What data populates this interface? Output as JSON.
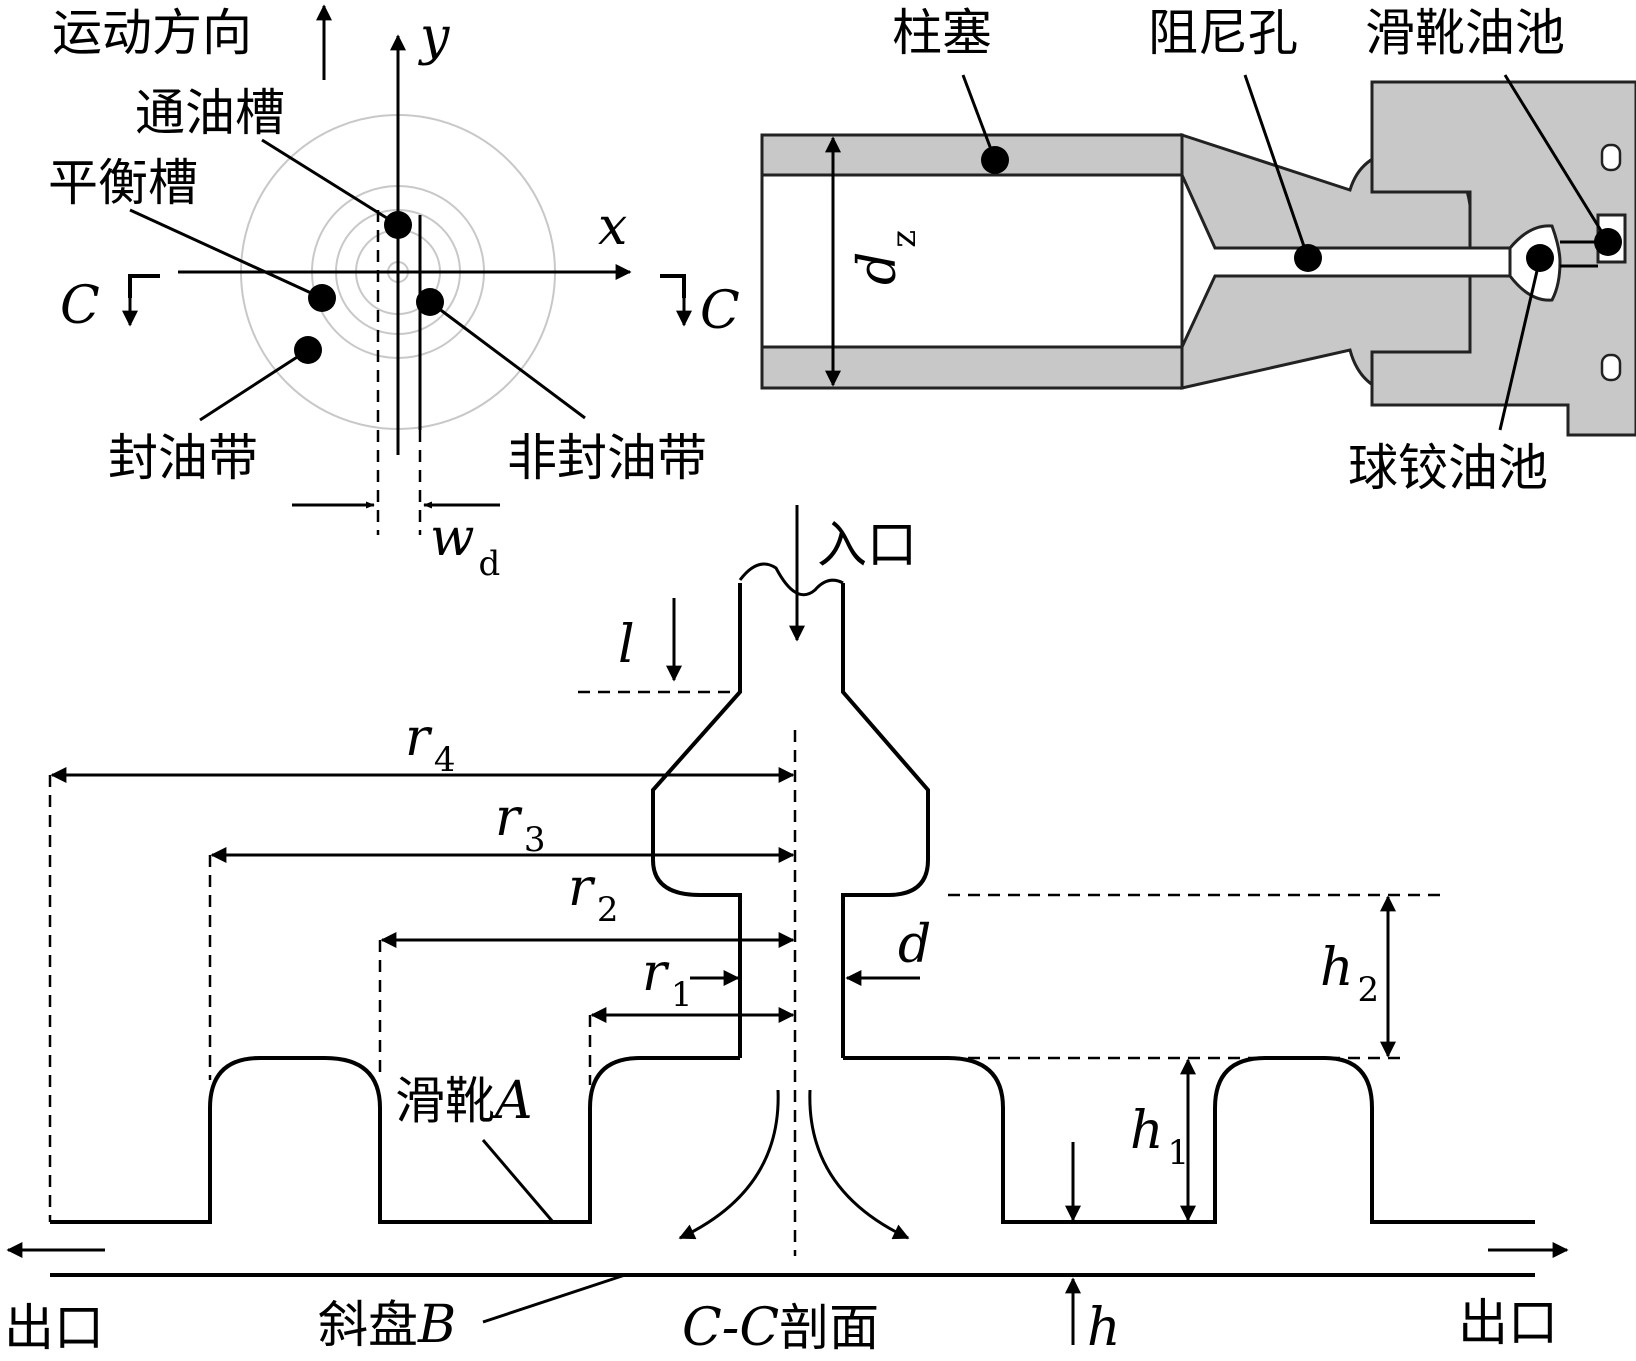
{
  "top_left": {
    "motion_direction": "运动方向",
    "axis_y": "y",
    "axis_x": "x",
    "oil_groove": "通油槽",
    "balance_groove": "平衡槽",
    "section_left": "C",
    "section_right": "C",
    "seal_band": "封油带",
    "non_seal_band": "非封油带",
    "width_symbol": "w",
    "width_sub": "d"
  },
  "top_right": {
    "plunger": "柱塞",
    "damping_hole": "阻尼孔",
    "slipper_pool": "滑靴油池",
    "diameter_symbol": "d",
    "diameter_sub": "z",
    "ball_pool": "球铰油池"
  },
  "section": {
    "inlet": "入口",
    "l_label": "l",
    "r4": "r",
    "r4_sub": "4",
    "r3": "r",
    "r3_sub": "3",
    "r2": "r",
    "r2_sub": "2",
    "r1": "r",
    "r1_sub": "1",
    "d_label": "d",
    "h2": "h",
    "h2_sub": "2",
    "h1": "h",
    "h1_sub": "1",
    "slipper_prefix": "滑靴",
    "slipper_italic": "A",
    "swash_prefix": "斜盘",
    "swash_italic": "B",
    "outlet_left": "出口",
    "outlet_right": "出口",
    "h_label": "h",
    "section_title_italic": "C-C",
    "section_title_suffix": "剖面"
  }
}
